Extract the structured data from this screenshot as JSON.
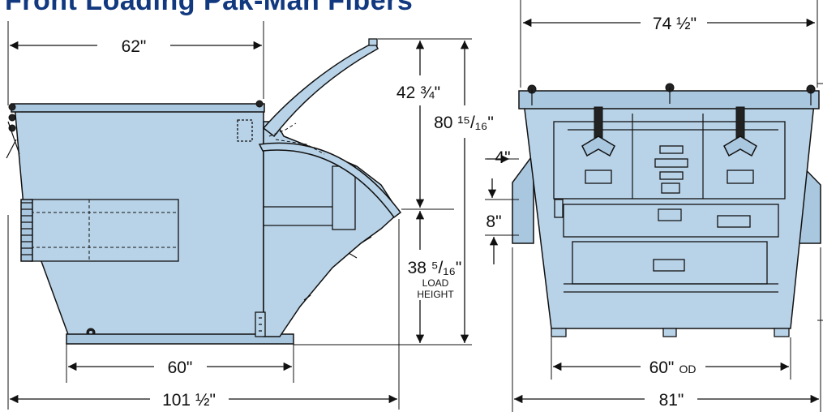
{
  "title": "Front Loading Pak-Man Fibers",
  "side_view": {
    "top_width": "62\"",
    "lid_rise": "42 ¾\"",
    "overall_height": "80 ¹⁵/₁₆\"",
    "load_height_value": "38 ⁵/₁₆\"",
    "load_height_line1": "LOAD",
    "load_height_line2": "HEIGHT",
    "base_width": "60\"",
    "overall_length": "101 ½\""
  },
  "front_view": {
    "top_width": "74 ½\"",
    "pocket_offset": "4\"",
    "pocket_height": "8\"",
    "base_width": "60\"",
    "base_width_suffix": "OD",
    "overall_width": "81\""
  },
  "colors": {
    "title": "#12397f",
    "container_fill": "#b8d3e8",
    "outline": "#111111"
  }
}
